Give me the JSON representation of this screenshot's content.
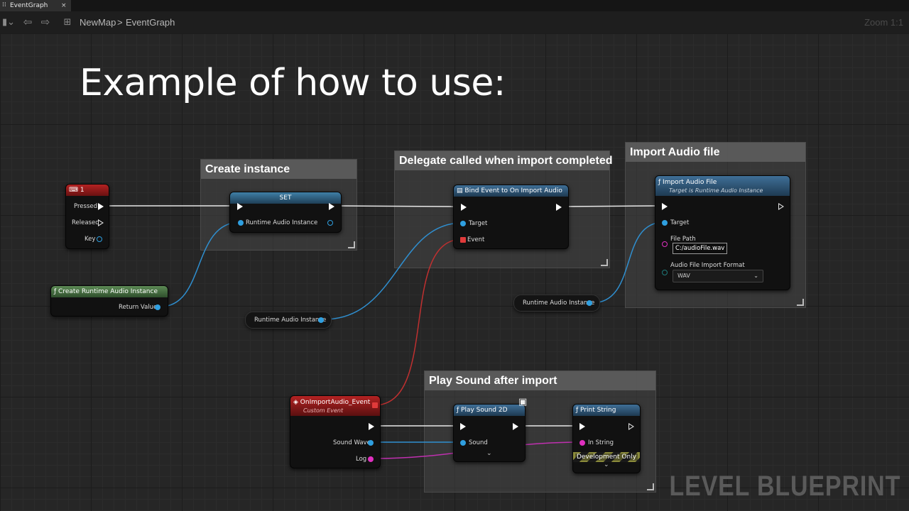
{
  "tab": {
    "label": "EventGraph",
    "close": "×"
  },
  "toolbar": {
    "crumb_root": "NewMap",
    "separator": ">",
    "crumb_current": "EventGraph",
    "zoom": "Zoom 1:1"
  },
  "headline": "Example of how to use:",
  "watermark": "LEVEL BLUEPRINT",
  "comments": {
    "create_instance": "Create instance",
    "delegate": "Delegate called when import completed",
    "import_audio": "Import Audio file",
    "play_sound": "Play Sound after import"
  },
  "nodes": {
    "key_one": {
      "title": "1",
      "pressed": "Pressed",
      "released": "Released",
      "key": "Key"
    },
    "create_runtime": {
      "title": "Create Runtime Audio Instance",
      "return_value": "Return Value"
    },
    "set": {
      "title": "SET",
      "pin": "Runtime Audio Instance"
    },
    "bind_event": {
      "title": "Bind Event to On Import Audio",
      "target": "Target",
      "event": "Event"
    },
    "import_audio_file": {
      "title": "Import Audio File",
      "subtitle": "Target is Runtime Audio Instance",
      "target": "Target",
      "file_path_label": "File Path",
      "file_path_value": "C:/audioFile.wav",
      "format_label": "Audio File Import Format",
      "format_value": "WAV"
    },
    "var_get_1": {
      "label": "Runtime Audio Instance"
    },
    "var_get_2": {
      "label": "Runtime Audio Instance"
    },
    "custom_event": {
      "title": "OnImportAudio_Event",
      "subtitle": "Custom Event",
      "sound_wave": "Sound Wave",
      "log": "Log"
    },
    "play_sound_2d": {
      "title": "Play Sound 2D",
      "sound": "Sound"
    },
    "print_string": {
      "title": "Print String",
      "in_string": "In String",
      "dev_only": "Development Only"
    }
  },
  "colors": {
    "event_red": "#9a1c1c",
    "func_blue": "#2f5a7a",
    "pure_green": "#3f6a3a",
    "exec_white": "#ffffff",
    "object_blue": "#2f9fe0",
    "string_magenta": "#e030c0",
    "delegate_red": "#e03a3a"
  }
}
